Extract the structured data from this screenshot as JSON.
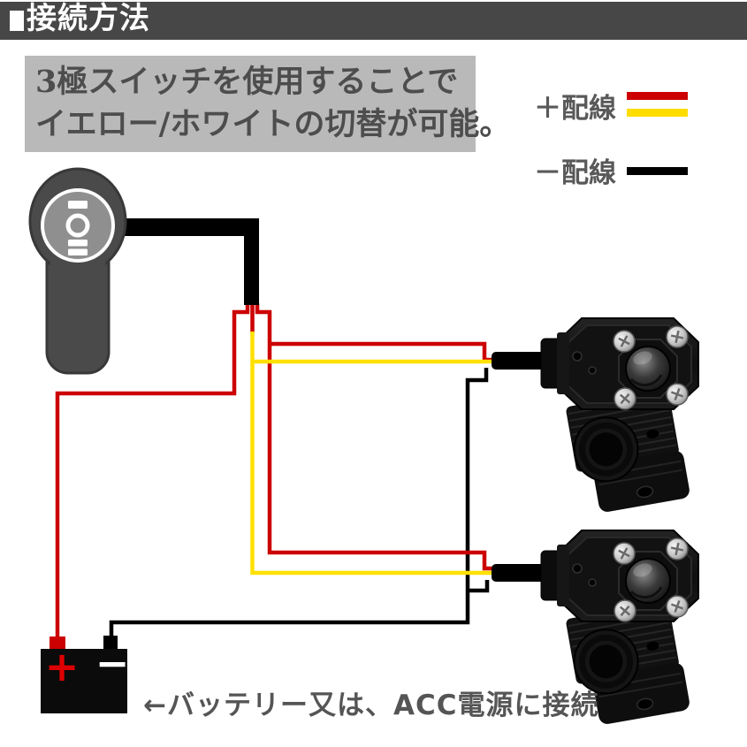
{
  "header": {
    "marker_icon": "square-bullet-icon",
    "title": "接続方法"
  },
  "info_box": {
    "line1": "3極スイッチを使用することで",
    "line2": "イエロー/ホワイトの切替が可能。"
  },
  "legend": {
    "plus": {
      "label": "＋配線",
      "colors": [
        "#cc0000",
        "#ffdd00"
      ]
    },
    "minus": {
      "label": "－配線",
      "colors": [
        "#000000"
      ]
    }
  },
  "diagram": {
    "wire_colors": {
      "positive_red": "#cc0000",
      "positive_yellow": "#ffe000",
      "negative_black": "#000000"
    },
    "switch_position_icons": [
      "bar-icon",
      "circle-icon",
      "double-bar-icon"
    ],
    "battery": {
      "plus": "+",
      "minus": "−"
    }
  },
  "footer": {
    "note": "←バッテリー又は、ACC電源に接続"
  }
}
